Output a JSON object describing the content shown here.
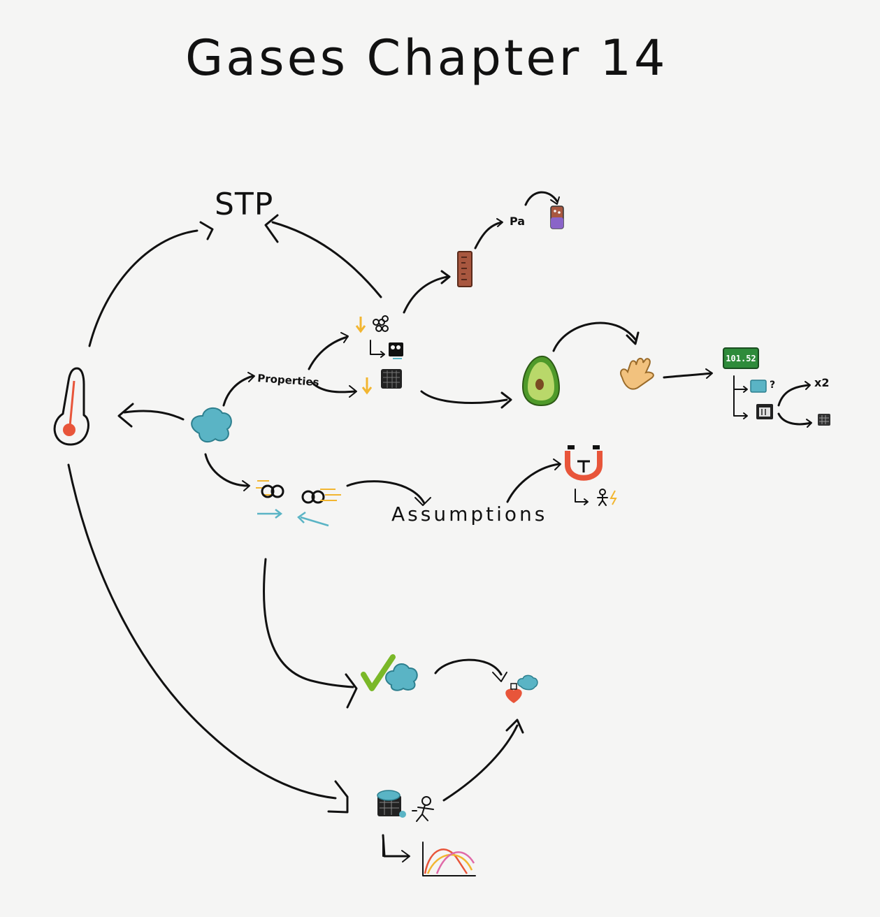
{
  "title": "Gases Chapter 14",
  "labels": {
    "stp": "STP",
    "properties": "Properties",
    "assumptions": "Assumptions",
    "pa": "Pa",
    "display_value": "101.52",
    "question_mark": "?",
    "times_two": "x2"
  },
  "icons": [
    "thermometer-icon",
    "gas-cloud-icon",
    "ruler-icon",
    "pressure-gauge-icon",
    "avocado-icon",
    "hand-icon",
    "green-display-icon",
    "decrease-arrow-icon",
    "molecules-icon",
    "crowd-icon",
    "dense-block-icon",
    "moving-particles-icon",
    "magnet-icon",
    "checkmark-icon",
    "heart-icon",
    "container-icon",
    "stick-figure-icon",
    "distribution-curves-icon"
  ],
  "colors": {
    "ink": "#111111",
    "red": "#e8553a",
    "teal": "#5ab4c5",
    "yellow": "#f2b631",
    "green": "#7ab828",
    "avocado_green": "#4f9a2a",
    "brown": "#a8573f",
    "purple": "#8a64c8",
    "skin": "#f2c27e",
    "pink": "#e06aa8"
  }
}
